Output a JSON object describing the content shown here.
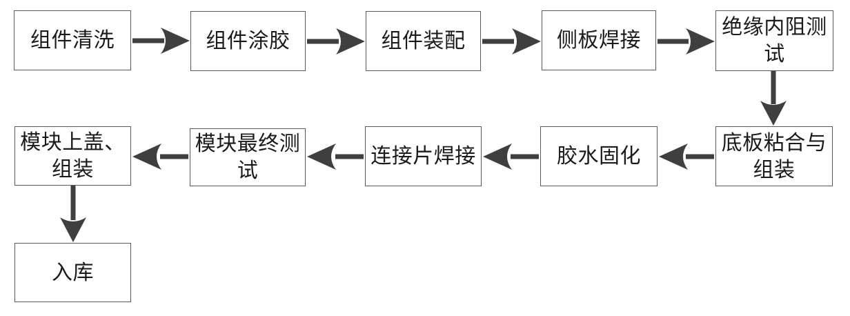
{
  "diagram": {
    "type": "flowchart",
    "description": "Module manufacturing process flow",
    "colors": {
      "background": "#ffffff",
      "box_border": "#595959",
      "box_fill": "#ffffff",
      "arrow": "#3f3f3f",
      "text": "#1a1a1a"
    },
    "nodes": [
      {
        "id": "n1",
        "label": "组件清洗"
      },
      {
        "id": "n2",
        "label": "组件涂胶"
      },
      {
        "id": "n3",
        "label": "组件装配"
      },
      {
        "id": "n4",
        "label": "侧板焊接"
      },
      {
        "id": "n5",
        "label": "绝缘内阻测试"
      },
      {
        "id": "n6",
        "label": "底板粘合与组装"
      },
      {
        "id": "n7",
        "label": "胶水固化"
      },
      {
        "id": "n8",
        "label": "连接片焊接"
      },
      {
        "id": "n9",
        "label": "模块最终测试"
      },
      {
        "id": "n10",
        "label": "模块上盖、组装"
      },
      {
        "id": "n11",
        "label": "入库"
      }
    ],
    "edges": [
      {
        "from": "组件清洗",
        "to": "组件涂胶",
        "direction": "right"
      },
      {
        "from": "组件涂胶",
        "to": "组件装配",
        "direction": "right"
      },
      {
        "from": "组件装配",
        "to": "侧板焊接",
        "direction": "right"
      },
      {
        "from": "侧板焊接",
        "to": "绝缘内阻测试",
        "direction": "right"
      },
      {
        "from": "绝缘内阻测试",
        "to": "底板粘合与组装",
        "direction": "down"
      },
      {
        "from": "底板粘合与组装",
        "to": "胶水固化",
        "direction": "left"
      },
      {
        "from": "胶水固化",
        "to": "连接片焊接",
        "direction": "left"
      },
      {
        "from": "连接片焊接",
        "to": "模块最终测试",
        "direction": "left"
      },
      {
        "from": "模块最终测试",
        "to": "模块上盖、组装",
        "direction": "left"
      },
      {
        "from": "模块上盖、组装",
        "to": "入库",
        "direction": "down"
      }
    ]
  }
}
